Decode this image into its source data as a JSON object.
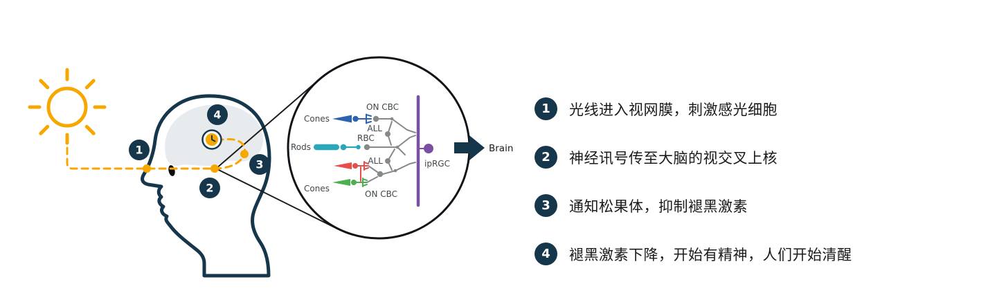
{
  "diagram": {
    "badges": [
      "1",
      "2",
      "3",
      "4"
    ],
    "retina": {
      "cones_top_label": "Cones",
      "rods_label": "Rods",
      "cones_bottom_label": "Cones",
      "on_cbc_top_label": "ON CBC",
      "all_top_label": "ALL",
      "rbc_label": "RBC",
      "all_bottom_label": "ALL",
      "on_cbc_bottom_label": "ON CBC",
      "iprgc_label": "ipRGC",
      "brain_label": "Brain"
    }
  },
  "steps": [
    {
      "number": "1",
      "text": "光线进入视网膜，刺激感光细胞"
    },
    {
      "number": "2",
      "text": "神经讯号传至大脑的视交叉上核"
    },
    {
      "number": "3",
      "text": "通知松果体，抑制褪黑激素"
    },
    {
      "number": "4",
      "text": "褪黑激素下降，开始有精神，人们开始清醒"
    }
  ],
  "colors": {
    "navy": "#16364c",
    "yellow": "#f6a800",
    "blue": "#2d63ae",
    "teal": "#2ba7bb",
    "red": "#e84c4b",
    "green": "#4caf50",
    "purple": "#7b50a3",
    "gray": "#85898c",
    "brain-gray": "#e8ebee",
    "ink": "#1a1a1a"
  }
}
